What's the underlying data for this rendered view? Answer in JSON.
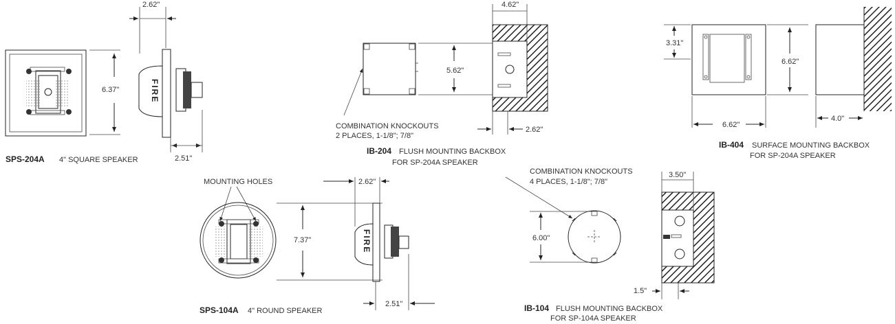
{
  "sps204a": {
    "dim_top": "2.62\"",
    "dim_height": "6.37\"",
    "dim_bottom": "2.51\"",
    "fire": "FIRE",
    "model": "SPS-204A",
    "desc": "4\" SQUARE SPEAKER"
  },
  "sps104a": {
    "mounting_holes": "MOUNTING HOLES",
    "dim_top": "2.62\"",
    "dim_height": "7.37\"",
    "dim_bottom": "2.51\"",
    "fire": "FIRE",
    "model": "SPS-104A",
    "desc": "4\" ROUND SPEAKER"
  },
  "ib204": {
    "dim_top": "4.62\"",
    "dim_height": "5.62\"",
    "dim_bottom": "2.62\"",
    "knockouts_line1": "COMBINATION KNOCKOUTS",
    "knockouts_line2": "2  PLACES,  1-1/8\";  7/8\"",
    "model": "IB-204",
    "desc_line1": "FLUSH  MOUNTING BACKBOX",
    "desc_line2": "FOR SP-204A SPEAKER"
  },
  "ib404": {
    "dim_left": "3.31\"",
    "dim_height": "6.62\"",
    "dim_width": "6.62\"",
    "dim_depth": "4.0\"",
    "model": "IB-404",
    "desc_line1": "SURFACE MOUNTING BACKBOX",
    "desc_line2": "FOR SP-204A SPEAKER"
  },
  "ib104": {
    "knockouts_line1": "COMBINATION KNOCKOUTS",
    "knockouts_line2": "4 PLACES,  1-1/8\";  7/8\"",
    "dim_top": "3.50\"",
    "dim_height": "6.00\"",
    "dim_bottom": "1.5\"",
    "model": "IB-104",
    "desc_line1": "FLUSH  MOUNTING BACKBOX",
    "desc_line2": "FOR SP-104A SPEAKER"
  }
}
